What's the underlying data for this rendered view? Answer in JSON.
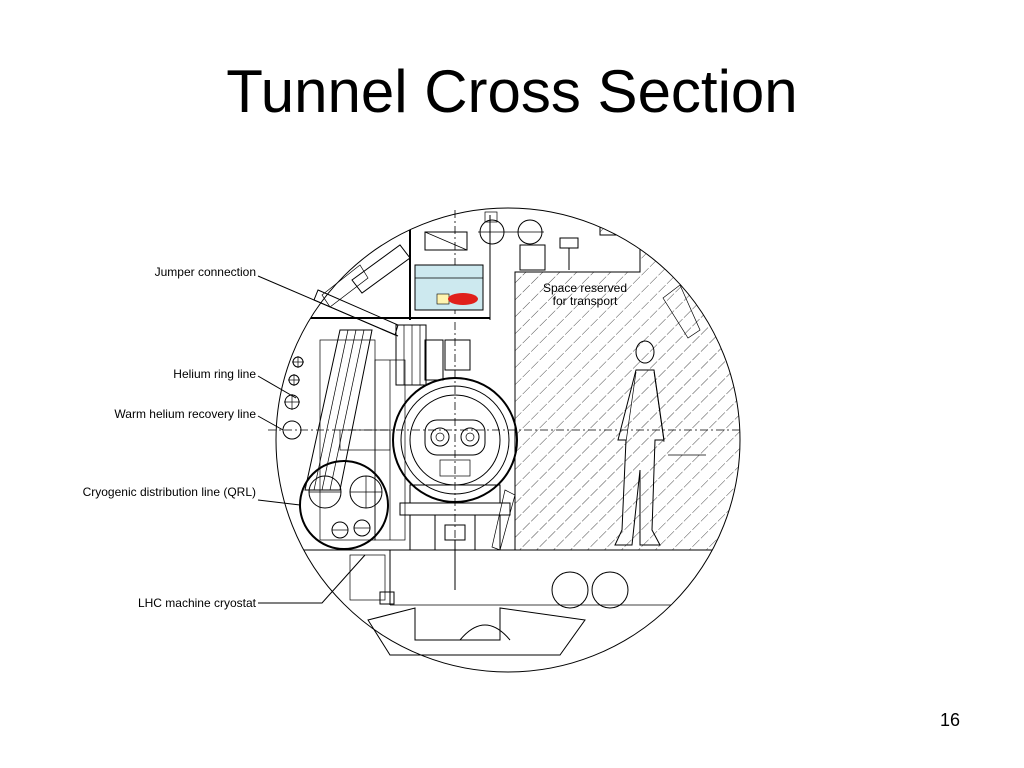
{
  "slide": {
    "title": "Tunnel Cross Section",
    "page_number": "16"
  },
  "diagram": {
    "labels": {
      "jumper_connection": "Jumper connection",
      "helium_ring_line": "Helium ring line",
      "warm_helium_recovery_line": "Warm helium recovery line",
      "cryogenic_distribution_line": "Cryogenic distribution line (QRL)",
      "lhc_machine_cryostat": "LHC machine cryostat",
      "space_reserved_line1": "Space reserved",
      "space_reserved_line2": "for transport"
    },
    "colors": {
      "line": "#000000",
      "water_tank": "#cde9ef",
      "pipe_marker": "#e0201b",
      "background": "#ffffff"
    }
  }
}
